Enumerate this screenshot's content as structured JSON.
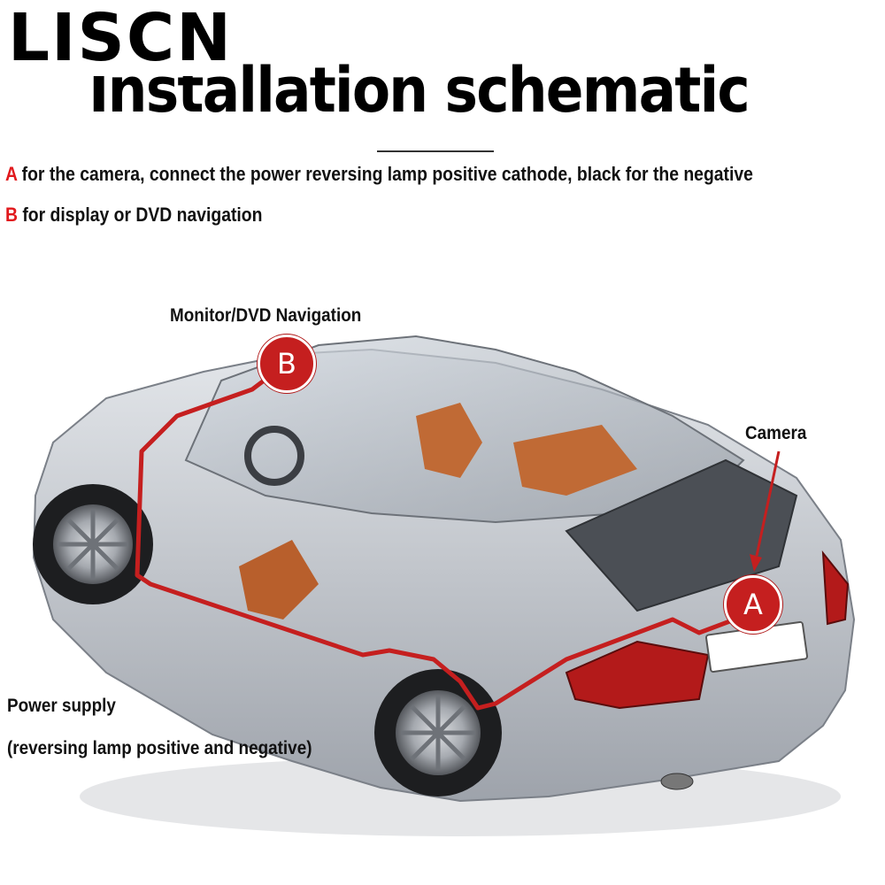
{
  "brand": "LISCN",
  "title": "Installation schematic",
  "instructions": [
    {
      "letter": "A",
      "text": " for the camera, connect the power reversing lamp positive cathode, black for the negative"
    },
    {
      "letter": "B",
      "text": " for display or DVD navigation"
    }
  ],
  "labels": {
    "monitor": "Monitor/DVD Navigation",
    "camera": "Camera",
    "power": "Power supply",
    "power_detail": "(reversing lamp positive and negative)"
  },
  "badges": {
    "a": "A",
    "b": "B"
  },
  "colors": {
    "accent": "#e1191d",
    "wire": "#c51f1f",
    "car_body": "#c7cbd2"
  }
}
